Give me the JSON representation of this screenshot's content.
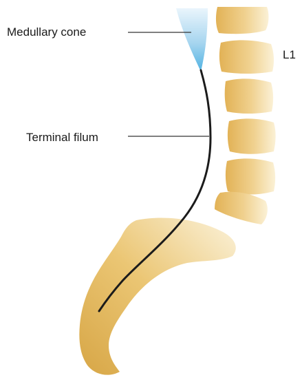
{
  "labels": {
    "medullary_cone": "Medullary cone",
    "terminal_filum": "Terminal filum",
    "vertebra": "L1"
  },
  "colors": {
    "bone_light": "#f6e3b4",
    "bone_mid": "#eccb7d",
    "bone_dark": "#d8a94a",
    "bone_edge": "#c49a4c",
    "cone_light": "#e3f2fb",
    "cone_mid": "#a9d6ef",
    "cone_dark": "#5bb7e3",
    "filum": "#1b1b1b",
    "leader_line": "#333333"
  }
}
